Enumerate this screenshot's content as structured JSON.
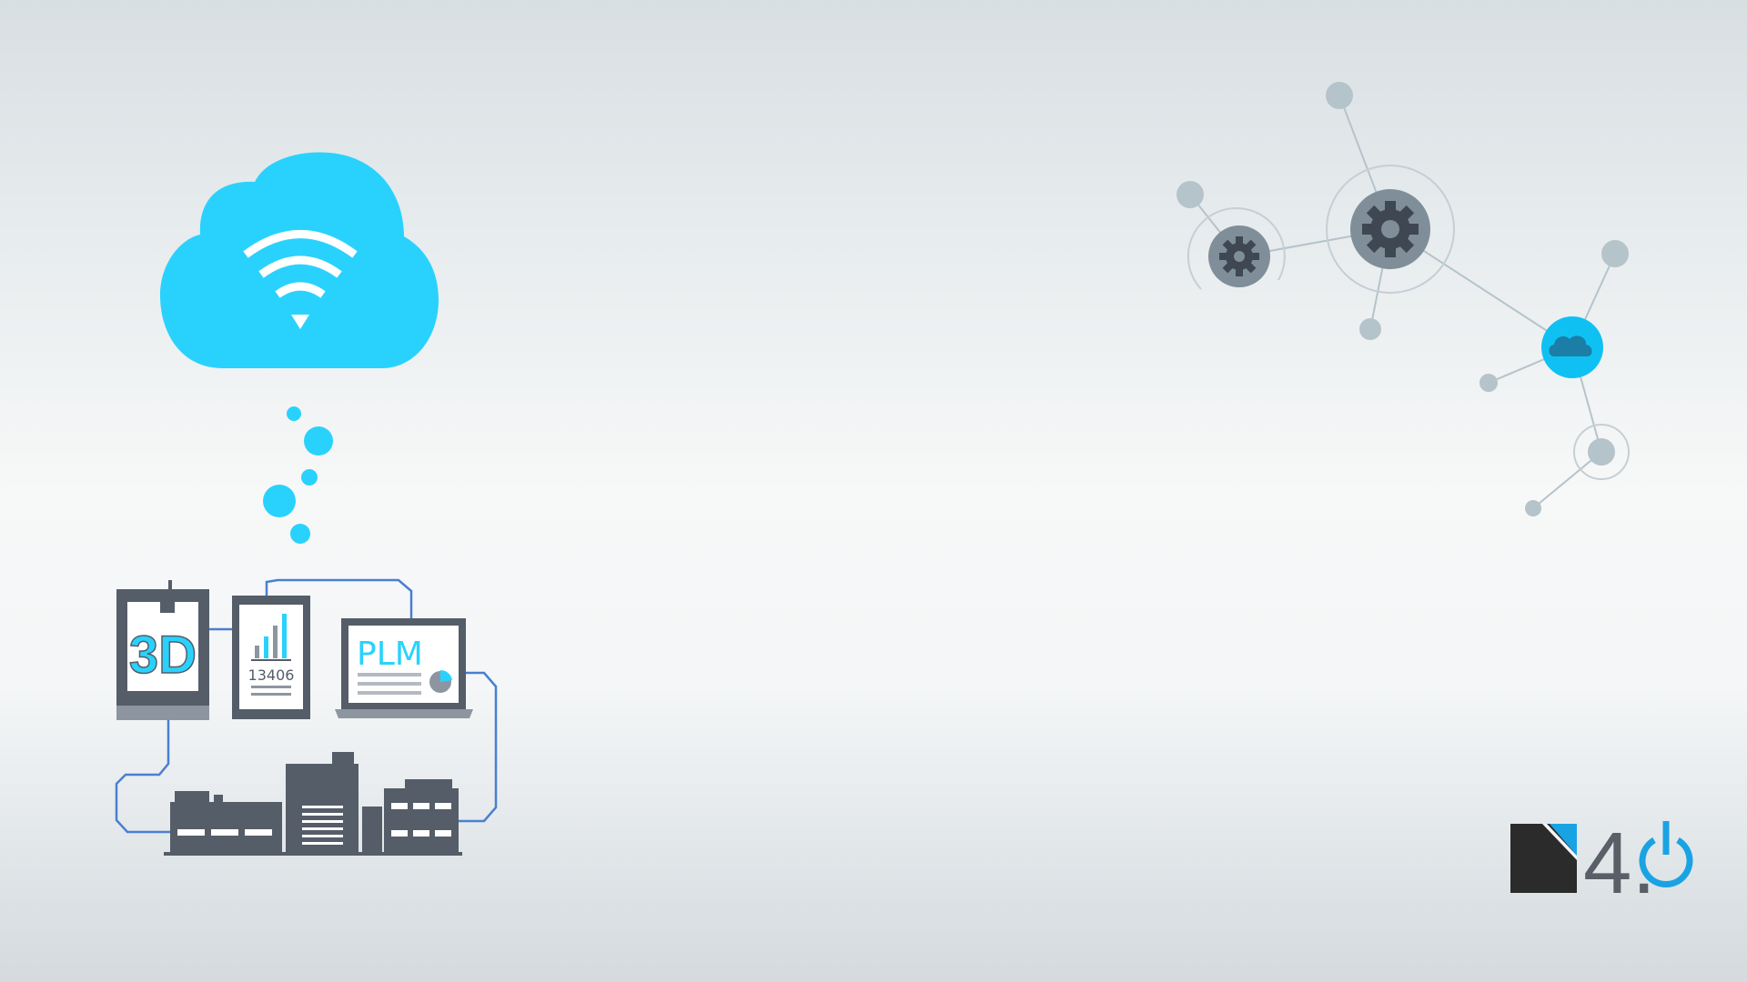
{
  "colors": {
    "accent": "#29d2fd",
    "dark": "#555d69",
    "line": "#4a7fd0",
    "network_node": "#b5c3cb",
    "network_gear_bg": "#7f8e98",
    "logo_dark": "#2b2b2b",
    "logo_blue": "#1aa3e3"
  },
  "devices": {
    "printer_label": "3D",
    "tablet_number": "13406",
    "laptop_label": "PLM"
  },
  "logo": {
    "version_text": "4."
  },
  "icons": {
    "cloud": "wifi-cloud-icon",
    "printer": "3d-printer-icon",
    "tablet": "tablet-chart-icon",
    "laptop": "laptop-plm-icon",
    "factory": "factory-icon",
    "gear": "gear-icon",
    "network_cloud": "cloud-node-icon",
    "power": "power-icon"
  }
}
